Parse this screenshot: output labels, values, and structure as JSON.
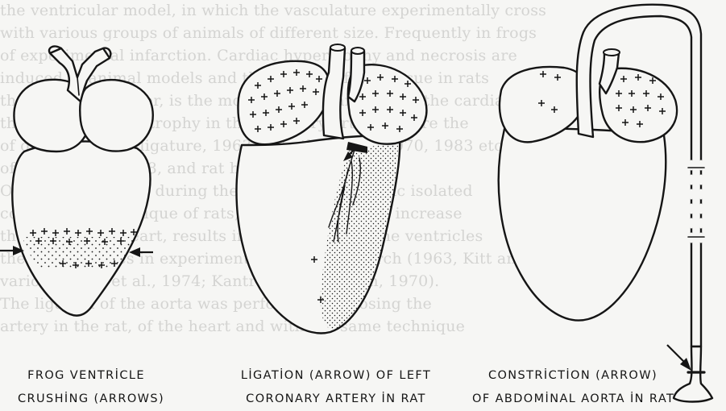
{
  "captions": {
    "frog": {
      "line1": "FROG VENTRİCLE",
      "line2": "CRUSHİNG (ARROWS)"
    },
    "ligation": {
      "line1": "LİGATİON (ARROW) OF LEFT",
      "line2": "CORONARY ARTERY İN RAT"
    },
    "constriction": {
      "line1": "CONSTRİCTİON (ARROW)",
      "line2": "OF ABDOMİNAL AORTA İN RAT"
    }
  },
  "colors": {
    "ink": "#151515",
    "paper": "#f6f6f4",
    "bleed": "#d4d4d2"
  },
  "icons": [
    "arrow-icon",
    "ligature-arrow-icon",
    "constriction-arrow-icon"
  ]
}
